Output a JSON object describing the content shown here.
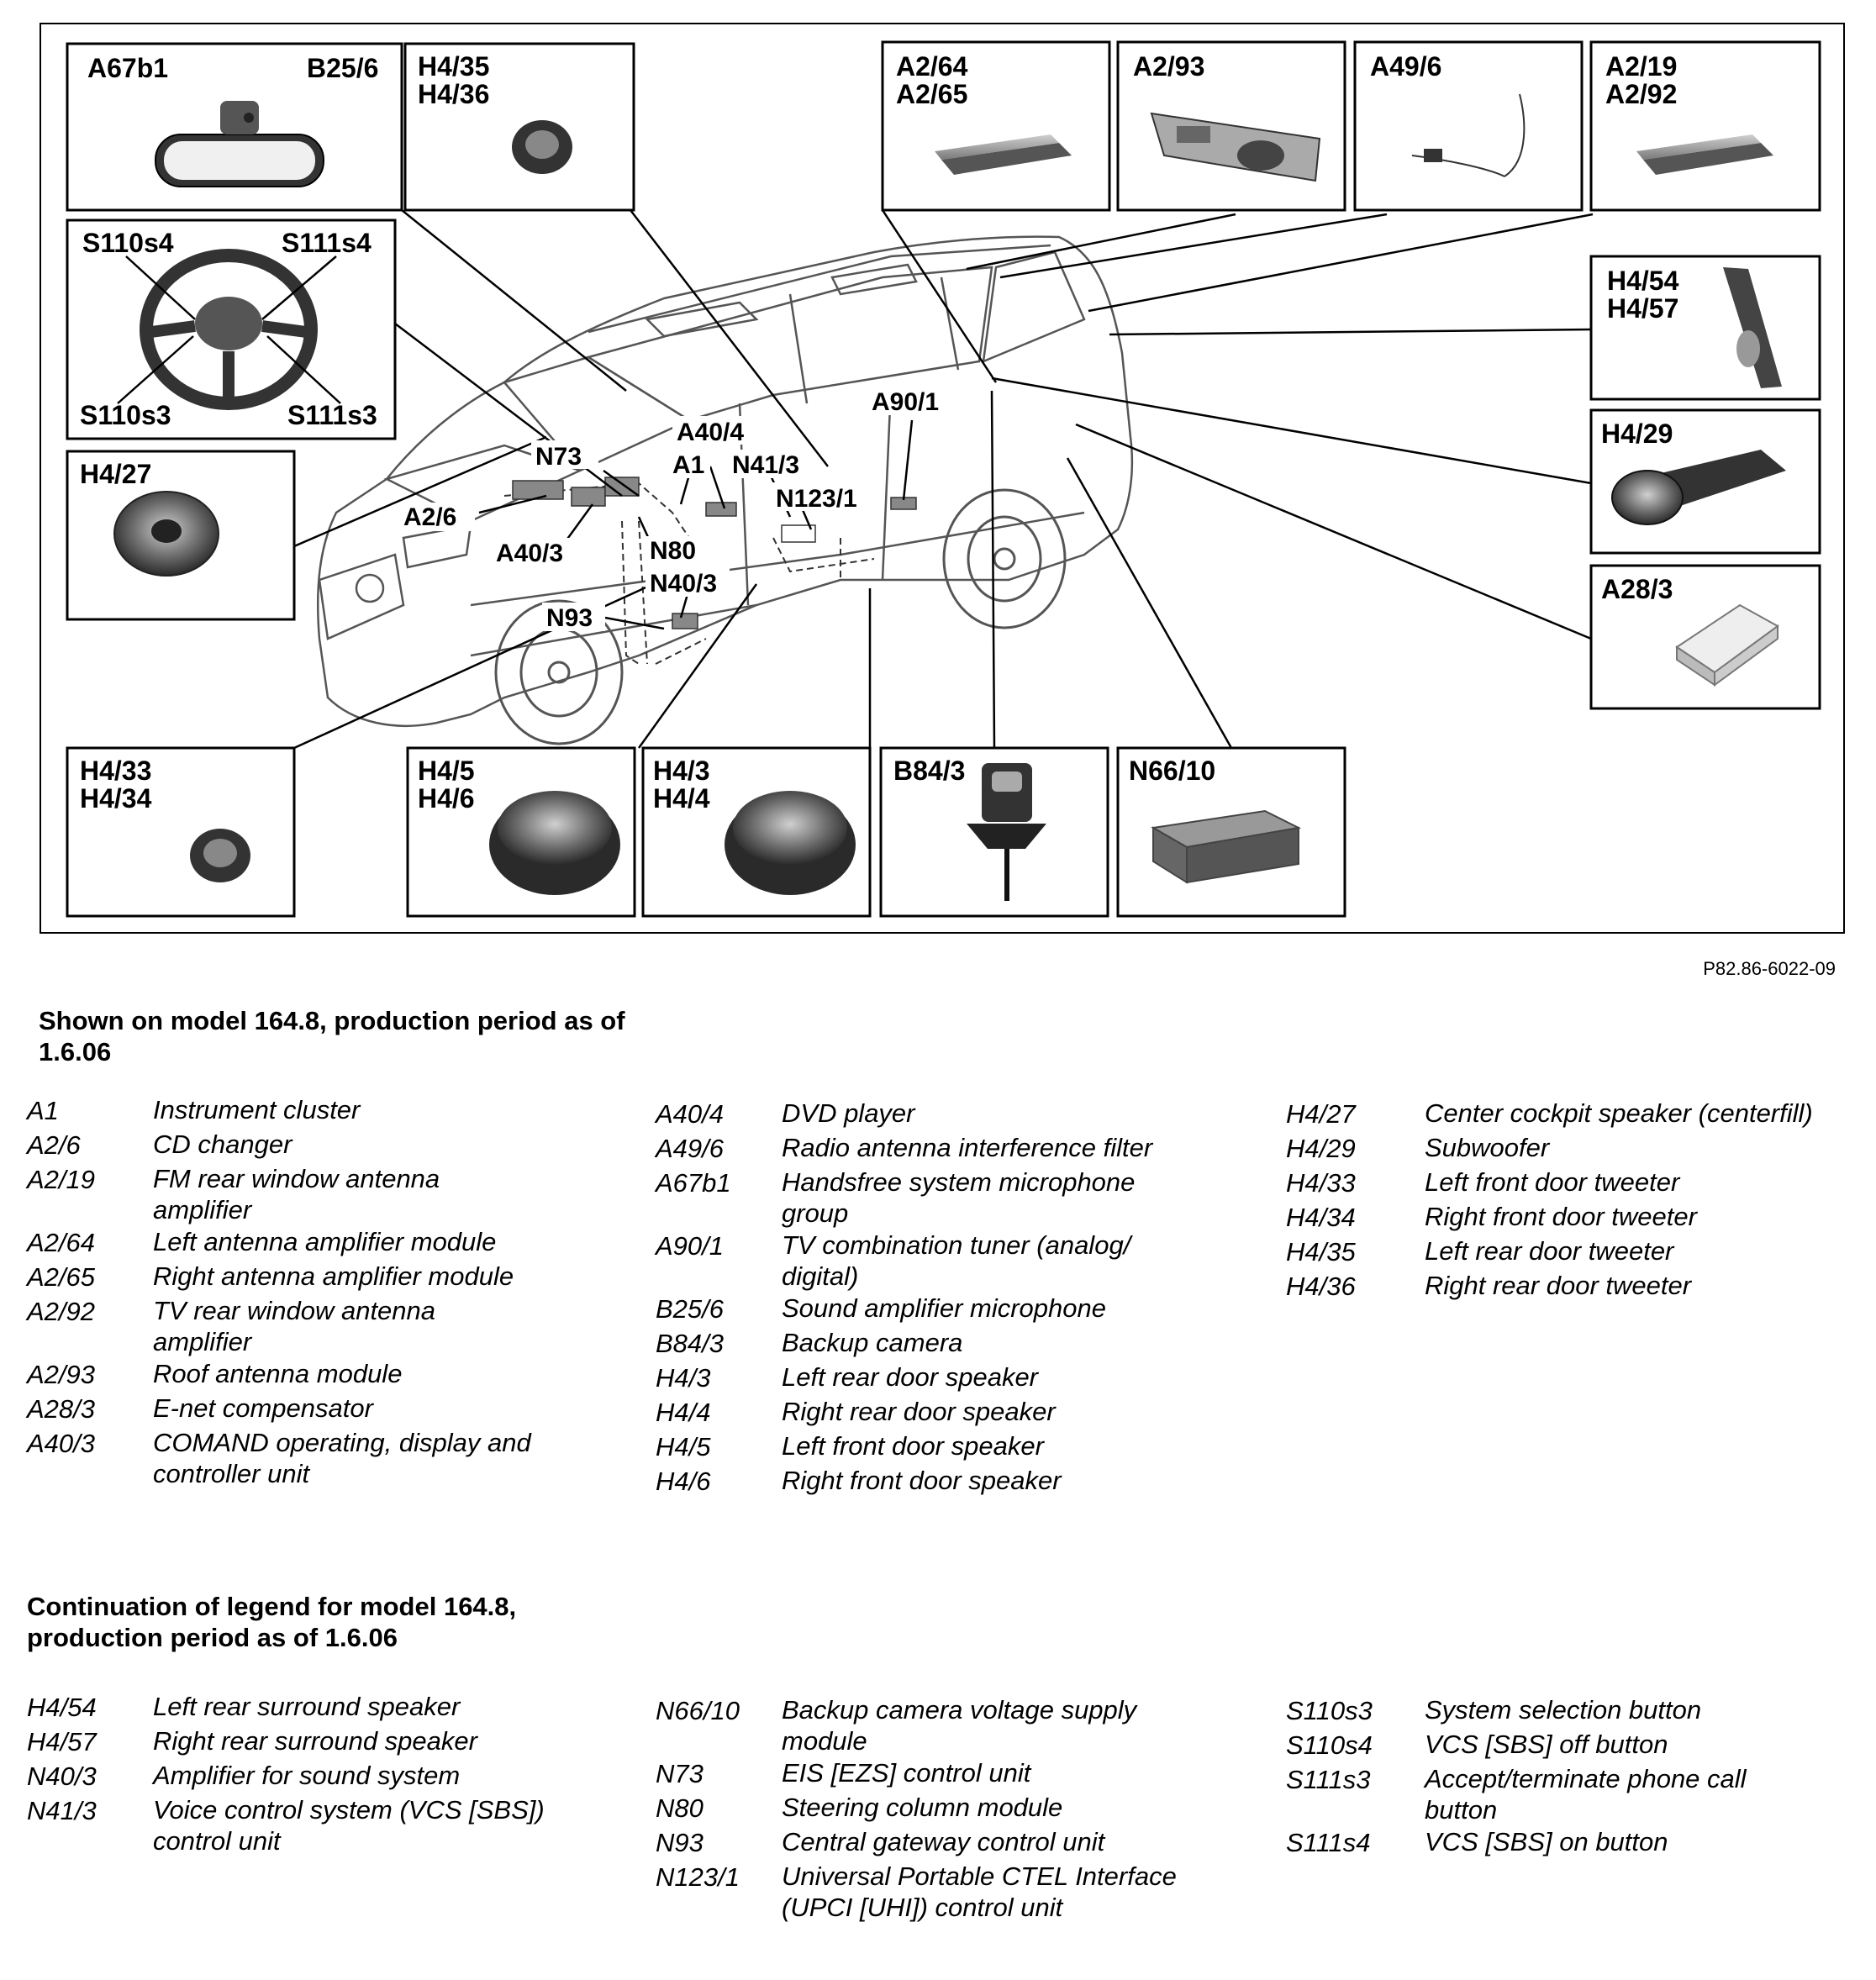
{
  "figure_code": "P82.86-6022-09",
  "callout_boxes": [
    {
      "name": "box-a67b1-b25-6",
      "labels": [
        "A67b1",
        "B25/6"
      ],
      "component": "rear-view-mirror"
    },
    {
      "name": "box-h4-35-36",
      "labels": [
        "H4/35",
        "H4/36"
      ],
      "component": "tweeter"
    },
    {
      "name": "box-a2-64-65",
      "labels": [
        "A2/64",
        "A2/65"
      ],
      "component": "amplifier-module"
    },
    {
      "name": "box-a2-93",
      "labels": [
        "A2/93"
      ],
      "component": "roof-antenna-module"
    },
    {
      "name": "box-a49-6",
      "labels": [
        "A49/6"
      ],
      "component": "interference-filter"
    },
    {
      "name": "box-a2-19-92",
      "labels": [
        "A2/19",
        "A2/92"
      ],
      "component": "amplifier-module"
    },
    {
      "name": "box-steering-wheel",
      "labels": [
        "S110s4",
        "S111s4",
        "S110s3",
        "S111s3"
      ],
      "component": "steering-wheel"
    },
    {
      "name": "box-h4-54-57",
      "labels": [
        "H4/54",
        "H4/57"
      ],
      "component": "surround-speaker"
    },
    {
      "name": "box-h4-27",
      "labels": [
        "H4/27"
      ],
      "component": "center-speaker"
    },
    {
      "name": "box-h4-29",
      "labels": [
        "H4/29"
      ],
      "component": "subwoofer"
    },
    {
      "name": "box-a28-3",
      "labels": [
        "A28/3"
      ],
      "component": "e-net-compensator"
    },
    {
      "name": "box-h4-33-34",
      "labels": [
        "H4/33",
        "H4/34"
      ],
      "component": "tweeter"
    },
    {
      "name": "box-h4-5-6",
      "labels": [
        "H4/5",
        "H4/6"
      ],
      "component": "door-speaker"
    },
    {
      "name": "box-h4-3-4",
      "labels": [
        "H4/3",
        "H4/4"
      ],
      "component": "door-speaker"
    },
    {
      "name": "box-b84-3",
      "labels": [
        "B84/3"
      ],
      "component": "backup-camera"
    },
    {
      "name": "box-n66-10",
      "labels": [
        "N66/10"
      ],
      "component": "voltage-supply-module"
    }
  ],
  "car_labels": [
    "N73",
    "A40/4",
    "A1",
    "N41/3",
    "A90/1",
    "A2/6",
    "N123/1",
    "A40/3",
    "N80",
    "N40/3",
    "N93"
  ],
  "section1": {
    "title": "Shown on model 164.8, production period as of 1.6.06",
    "col1": [
      {
        "code": "A1",
        "desc": "Instrument cluster"
      },
      {
        "code": "A2/6",
        "desc": "CD changer"
      },
      {
        "code": "A2/19",
        "desc": "FM rear window antenna\namplifier"
      },
      {
        "code": "A2/64",
        "desc": "Left antenna amplifier module"
      },
      {
        "code": "A2/65",
        "desc": "Right antenna amplifier module"
      },
      {
        "code": "A2/92",
        "desc": "TV rear window antenna\namplifier"
      },
      {
        "code": "A2/93",
        "desc": "Roof antenna module"
      },
      {
        "code": "A28/3",
        "desc": "E-net compensator"
      },
      {
        "code": "A40/3",
        "desc": "COMAND operating, display and\ncontroller unit"
      }
    ],
    "col2": [
      {
        "code": "A40/4",
        "desc": "DVD player"
      },
      {
        "code": "A49/6",
        "desc": "Radio antenna interference filter"
      },
      {
        "code": "A67b1",
        "desc": "Handsfree system microphone\ngroup"
      },
      {
        "code": "A90/1",
        "desc": "TV combination tuner (analog/\ndigital)"
      },
      {
        "code": "B25/6",
        "desc": "Sound amplifier microphone"
      },
      {
        "code": "B84/3",
        "desc": "Backup camera"
      },
      {
        "code": "H4/3",
        "desc": "Left rear door speaker"
      },
      {
        "code": "H4/4",
        "desc": "Right rear door speaker"
      },
      {
        "code": "H4/5",
        "desc": "Left front door speaker"
      },
      {
        "code": "H4/6",
        "desc": "Right front door speaker"
      }
    ],
    "col3": [
      {
        "code": "H4/27",
        "desc": "Center cockpit speaker (centerfill)"
      },
      {
        "code": "H4/29",
        "desc": "Subwoofer"
      },
      {
        "code": "H4/33",
        "desc": "Left front door tweeter"
      },
      {
        "code": "H4/34",
        "desc": "Right front door tweeter"
      },
      {
        "code": "H4/35",
        "desc": "Left rear door tweeter"
      },
      {
        "code": "H4/36",
        "desc": "Right rear door tweeter"
      }
    ]
  },
  "section2": {
    "title": "Continuation of legend for model 164.8, production period as of 1.6.06",
    "col1": [
      {
        "code": "H4/54",
        "desc": "Left rear surround speaker"
      },
      {
        "code": "H4/57",
        "desc": "Right rear surround speaker"
      },
      {
        "code": "N40/3",
        "desc": "Amplifier for sound system"
      },
      {
        "code": "N41/3",
        "desc": "Voice control system (VCS [SBS])\ncontrol unit"
      }
    ],
    "col2": [
      {
        "code": "N66/10",
        "desc": "Backup camera voltage supply\nmodule"
      },
      {
        "code": "N73",
        "desc": "EIS [EZS] control unit"
      },
      {
        "code": "N80",
        "desc": "Steering column module"
      },
      {
        "code": "N93",
        "desc": "Central gateway control unit"
      },
      {
        "code": "N123/1",
        "desc": "Universal Portable CTEL Interface\n(UPCI [UHI]) control unit"
      }
    ],
    "col3": [
      {
        "code": "S110s3",
        "desc": "System selection button"
      },
      {
        "code": "S110s4",
        "desc": "VCS [SBS] off button"
      },
      {
        "code": "S111s3",
        "desc": "Accept/terminate phone call\nbutton"
      },
      {
        "code": "S111s4",
        "desc": "VCS [SBS] on button"
      }
    ]
  }
}
